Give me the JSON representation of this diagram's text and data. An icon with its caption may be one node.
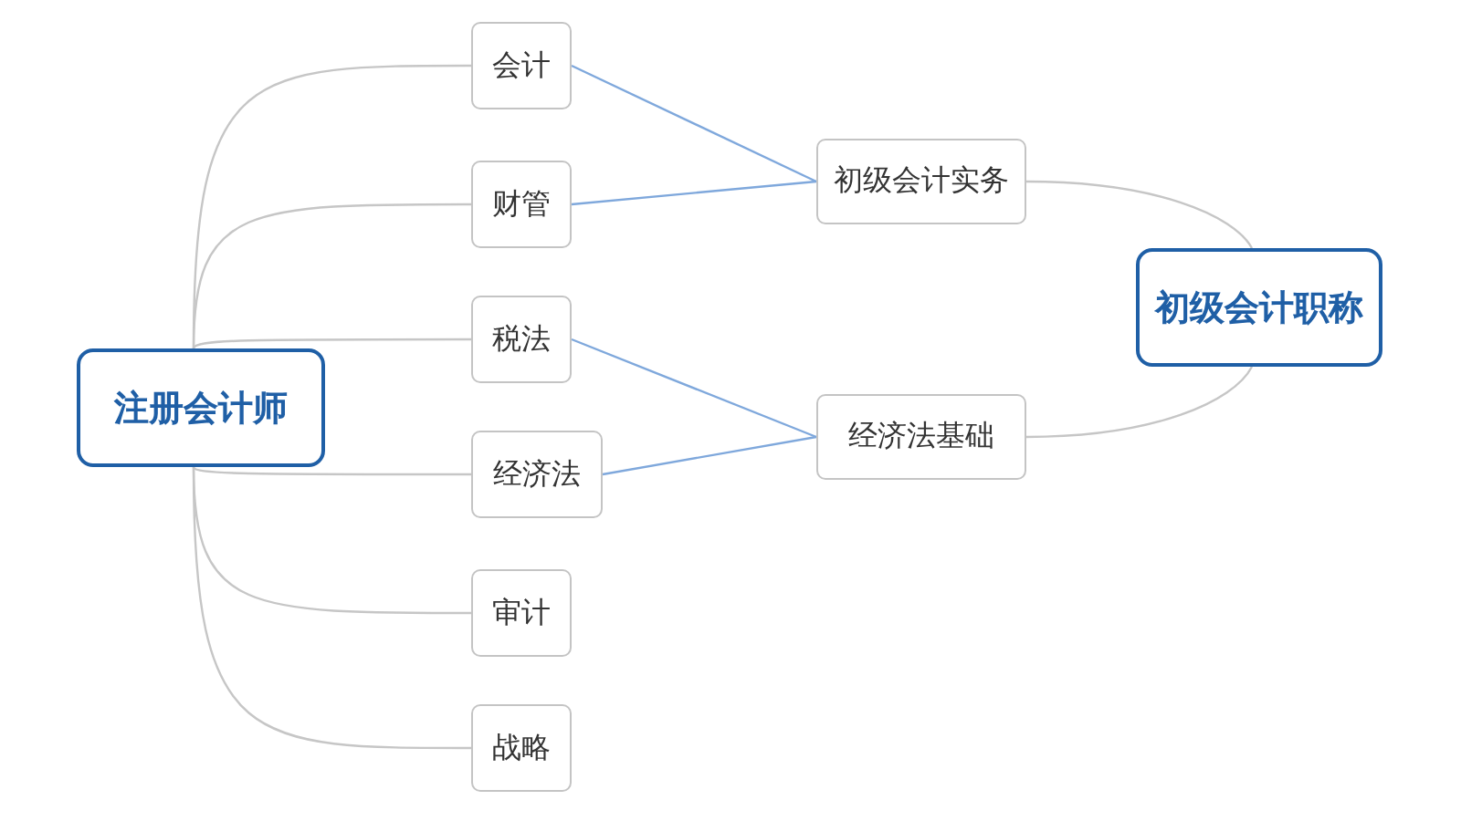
{
  "diagram": {
    "nodes": [
      {
        "text": [
          "注册会计师"
        ]
      },
      {
        "text": [
          "会计"
        ]
      },
      {
        "text": [
          "财管"
        ]
      },
      {
        "text": [
          "税法"
        ]
      },
      {
        "text": [
          "经济法"
        ]
      },
      {
        "text": [
          "审计"
        ]
      },
      {
        "text": [
          "战略"
        ]
      },
      {
        "text": [
          "初级会计实务"
        ]
      },
      {
        "text": [
          "经济法基础"
        ]
      },
      {
        "text": [
          "初级会计职称"
        ]
      }
    ],
    "edges": [
      {
        "from": 0,
        "to": 1,
        "arrow": "none"
      },
      {
        "from": 0,
        "to": 2,
        "arrow": "none"
      },
      {
        "from": 0,
        "to": 3,
        "arrow": "none"
      },
      {
        "from": 0,
        "to": 4,
        "arrow": "none"
      },
      {
        "from": 0,
        "to": 5,
        "arrow": "none"
      },
      {
        "from": 0,
        "to": 6,
        "arrow": "none"
      },
      {
        "from": 1,
        "to": 7,
        "arrow": "none",
        "color": "#7fa8dc"
      },
      {
        "from": 2,
        "to": 7,
        "arrow": "none",
        "color": "#7fa8dc"
      },
      {
        "from": 3,
        "to": 8,
        "arrow": "none",
        "color": "#7fa8dc"
      },
      {
        "from": 4,
        "to": 8,
        "arrow": "none",
        "color": "#7fa8dc"
      },
      {
        "from": 7,
        "to": 9,
        "arrow": "none"
      },
      {
        "from": 8,
        "to": 9,
        "arrow": "none"
      }
    ]
  }
}
